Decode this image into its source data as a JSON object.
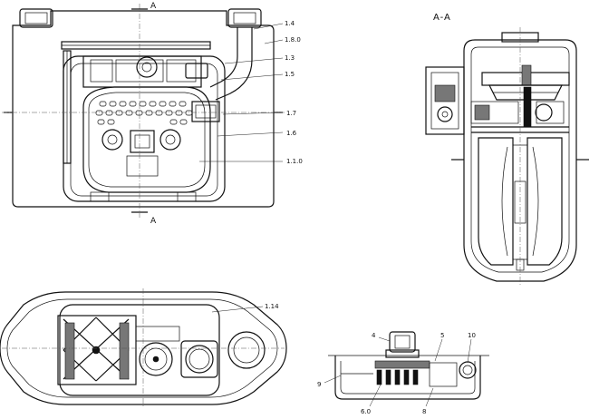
{
  "section_marks": {
    "top": "A",
    "bottom": "A"
  },
  "section_title": "A-A",
  "front_view_callouts": [
    "1.4",
    "1.8.0",
    "1.3",
    "1.5",
    "1.7",
    "1.6",
    "1.1.0"
  ],
  "top_view_callouts": [
    "1.14"
  ],
  "detail_view_callouts": [
    "4",
    "5",
    "10",
    "9",
    "6.0",
    "8"
  ]
}
